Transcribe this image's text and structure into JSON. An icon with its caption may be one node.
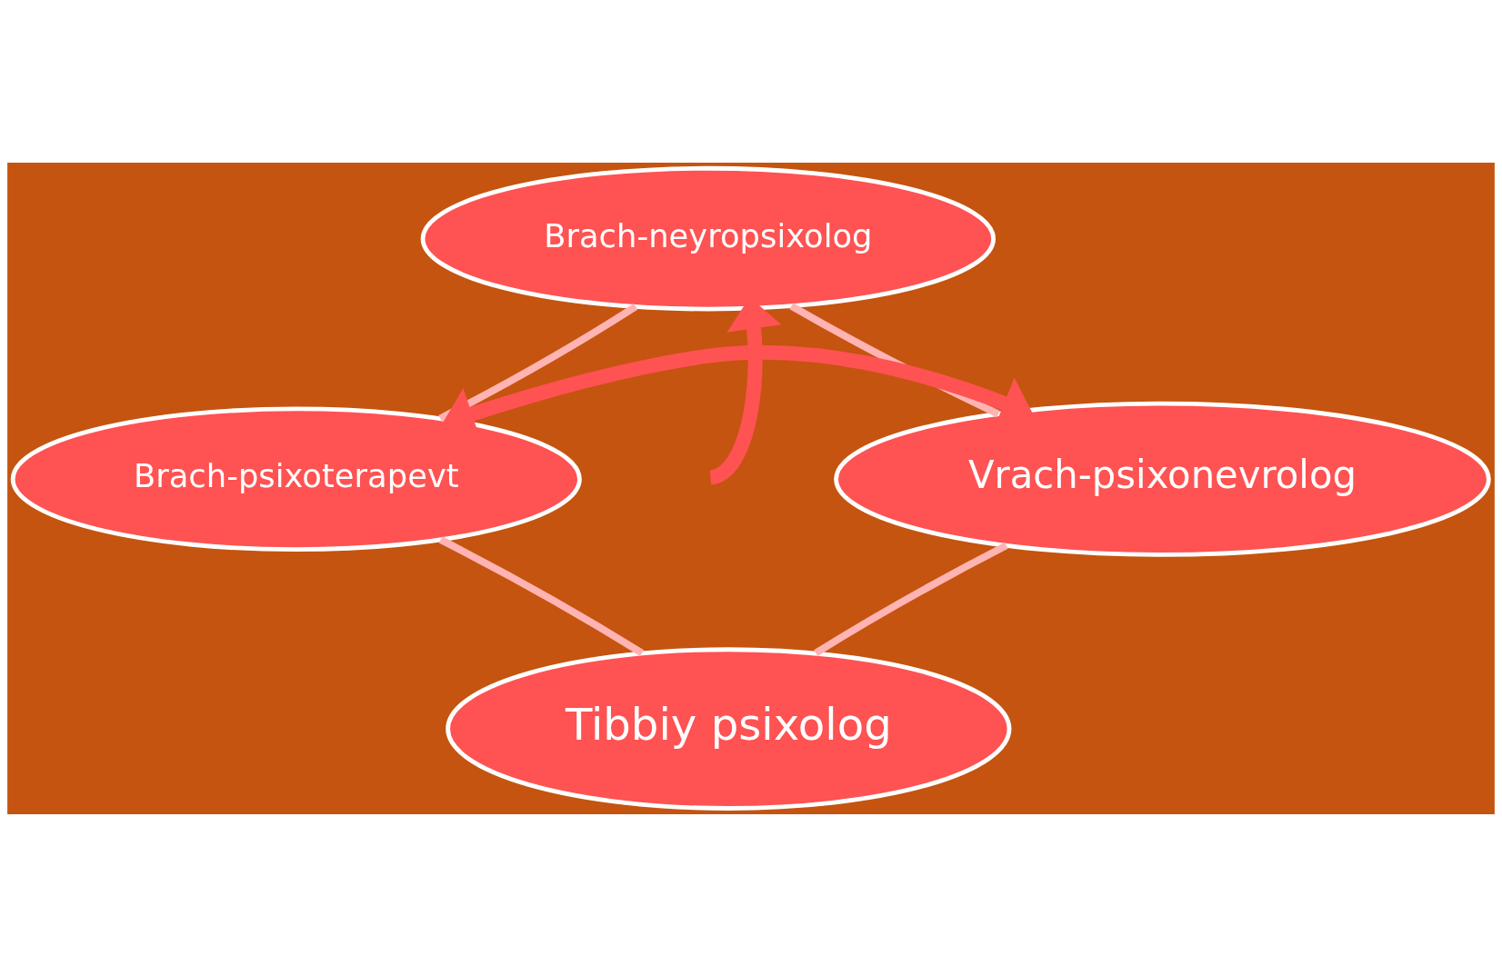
{
  "diagram": {
    "nodes": [
      {
        "text": [
          "Brach-neyropsixolog"
        ]
      },
      {
        "text": [
          "Brach-psixoterapevt"
        ]
      },
      {
        "text": [
          "Vrach-psixonevrolog"
        ]
      },
      {
        "text": [
          "Tibbiy psixolog"
        ]
      }
    ],
    "edges": [
      {
        "from": null,
        "to": 0,
        "arrow": "to",
        "style": "thick",
        "color": "#ff5252"
      },
      {
        "from": 1,
        "to": 2,
        "arrow": "both",
        "style": "thick",
        "color": "#ff5252"
      },
      {
        "from": 1,
        "to": 0,
        "arrow": "none"
      },
      {
        "from": 0,
        "to": 2,
        "arrow": "none"
      },
      {
        "from": 2,
        "to": 3,
        "arrow": "none"
      },
      {
        "from": 3,
        "to": 1,
        "arrow": "none"
      }
    ]
  }
}
